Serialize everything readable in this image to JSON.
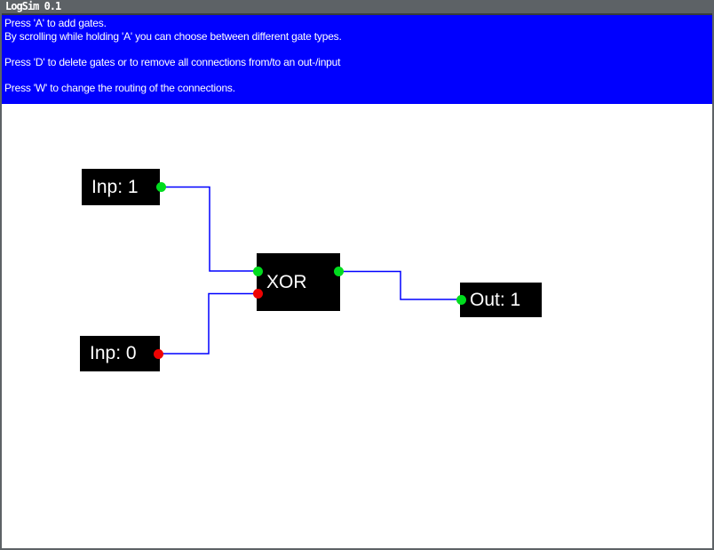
{
  "window": {
    "title": "LogSim 0.1"
  },
  "instructions": {
    "lines": [
      "Press 'A' to add gates.",
      "By scrolling while holding 'A' you can choose between different gate types.",
      "",
      "Press 'D' to delete gates or to remove all connections from/to an out-/input",
      "",
      "Press 'W' to change the routing of the connections."
    ]
  },
  "circuit": {
    "gates": [
      {
        "id": "input-1",
        "type": "input",
        "label": "Inp: 1",
        "value": 1
      },
      {
        "id": "input-0",
        "type": "input",
        "label": "Inp: 0",
        "value": 0
      },
      {
        "id": "xor-gate",
        "type": "xor",
        "label": "XOR"
      },
      {
        "id": "output-1",
        "type": "output",
        "label": "Out: 1",
        "value": 1
      }
    ],
    "ports": [
      {
        "id": "input-1-output",
        "gate": "input-1",
        "kind": "output",
        "state": 1
      },
      {
        "id": "input-0-output",
        "gate": "input-0",
        "kind": "output",
        "state": 0
      },
      {
        "id": "xor-input-top",
        "gate": "xor-gate",
        "kind": "input",
        "state": 1
      },
      {
        "id": "xor-input-bottom",
        "gate": "xor-gate",
        "kind": "input",
        "state": 0
      },
      {
        "id": "xor-output",
        "gate": "xor-gate",
        "kind": "output",
        "state": 1
      },
      {
        "id": "output-1-input",
        "gate": "output-1",
        "kind": "input",
        "state": 1
      }
    ],
    "wires": [
      {
        "from": "input-1-output",
        "to": "xor-input-top",
        "state": 1
      },
      {
        "from": "input-0-output",
        "to": "xor-input-bottom",
        "state": 0
      },
      {
        "from": "xor-output",
        "to": "output-1-input",
        "state": 1
      }
    ]
  },
  "colors": {
    "titlebar_bg": "#5d6266",
    "titlebar_text": "#ffffff",
    "window_border": "#5d6266",
    "instructions_bg": "#0000ff",
    "instructions_text": "#ffffff",
    "canvas_bg": "#ffffff",
    "gate_bg": "#000000",
    "gate_text": "#ffffff",
    "wire": "#0000ff",
    "signal_high": "#00dc1e",
    "signal_low": "#ee0202"
  }
}
